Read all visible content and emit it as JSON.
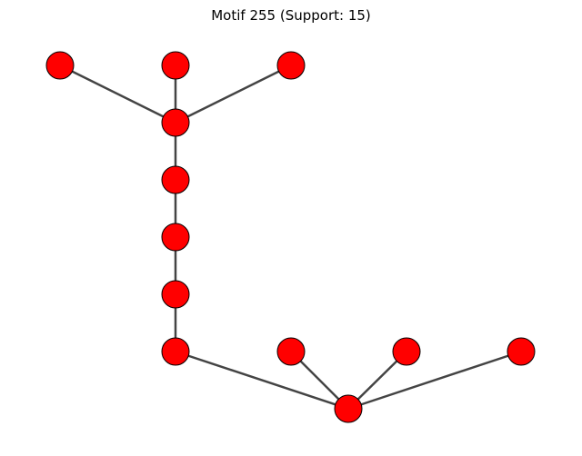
{
  "title": "Motif 255 (Support: 15)",
  "colors": {
    "node_fill": "#ff0000",
    "node_stroke": "#000000",
    "edge": "#444444",
    "background": "#ffffff"
  },
  "graph": {
    "nodes": [
      "n1",
      "n2",
      "n3",
      "n4",
      "n5",
      "n6",
      "n7",
      "n8",
      "n9",
      "n10",
      "n11",
      "n12"
    ],
    "edges": [
      [
        "n1",
        "n4"
      ],
      [
        "n2",
        "n4"
      ],
      [
        "n3",
        "n4"
      ],
      [
        "n4",
        "n5"
      ],
      [
        "n5",
        "n6"
      ],
      [
        "n6",
        "n7"
      ],
      [
        "n7",
        "n8"
      ],
      [
        "n8",
        "n12"
      ],
      [
        "n9",
        "n12"
      ],
      [
        "n10",
        "n12"
      ],
      [
        "n11",
        "n12"
      ]
    ]
  }
}
